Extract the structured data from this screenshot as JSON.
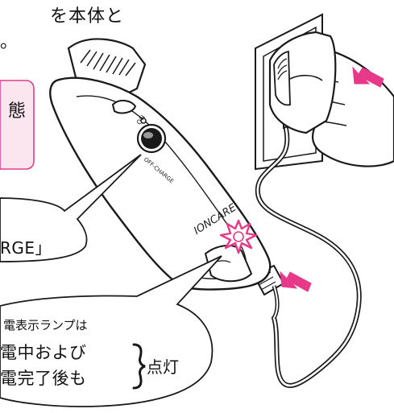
{
  "instruction": {
    "line1": "を本体と",
    "line2": "。"
  },
  "status_box": {
    "text": "態"
  },
  "switch": {
    "on_label": "ON",
    "off_label": "OFF-CHARGE"
  },
  "brand": {
    "logo_text": "IONCARE"
  },
  "callout_charge": {
    "text": "RGE」"
  },
  "callout_lamp": {
    "heading": "電表示ランプは",
    "line1": "電中および",
    "line2": "電完了後も",
    "lit_label": "点灯"
  },
  "icons": {
    "arrows": "push-arrow-icon",
    "lamp": "lamp-glow-icon",
    "outlet": "wall-outlet-icon",
    "plug": "power-plug-icon",
    "hand": "hand-icon",
    "brush": "hair-brush-icon",
    "cable": "power-cable-icon"
  },
  "colors": {
    "accent_pink": "#e8388a",
    "pink_box_fill": "#fbe6f0",
    "pink_box_border": "#e33d8c",
    "line": "#1a1a1a",
    "fill": "#ffffff"
  }
}
